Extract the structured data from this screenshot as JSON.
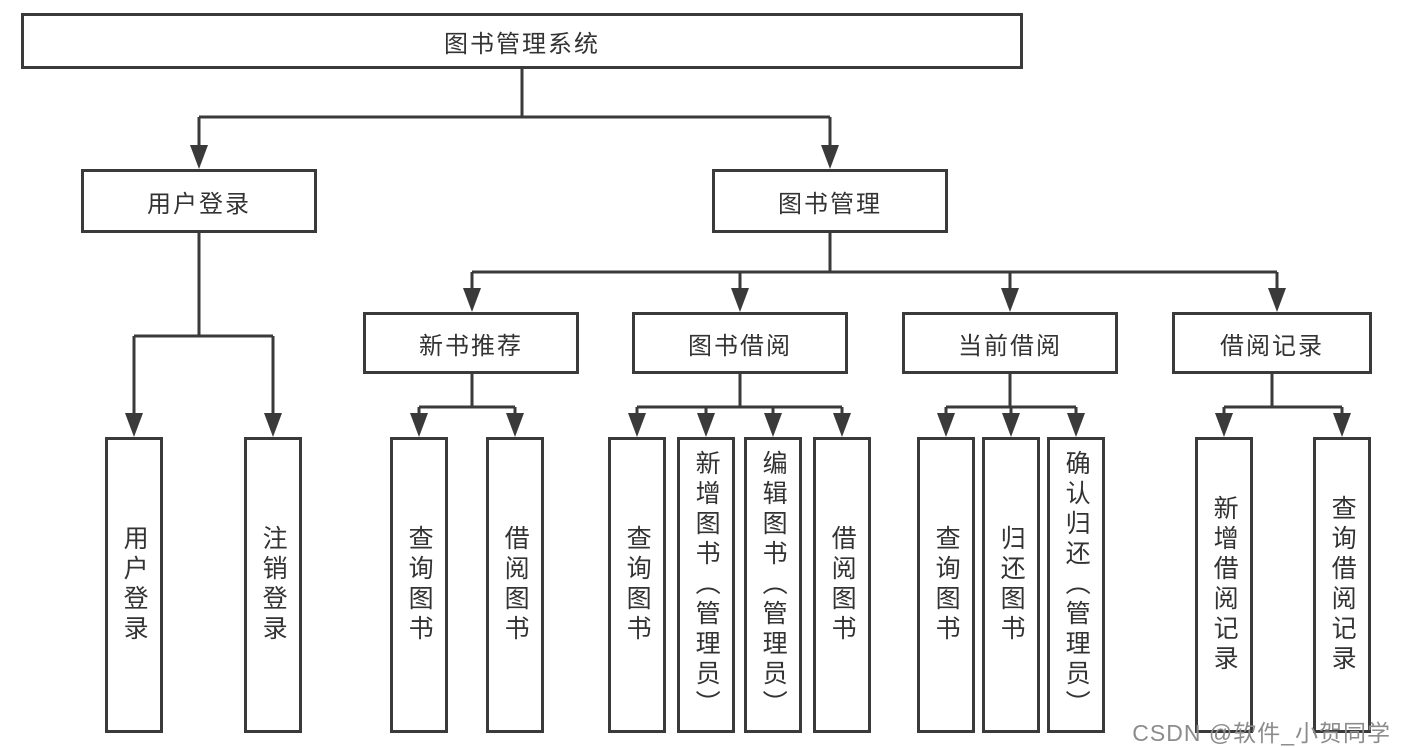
{
  "diagram": {
    "title_node": {
      "label": "图书管理系统"
    },
    "level2": [
      {
        "id": "user-login",
        "label": "用户登录"
      },
      {
        "id": "book-management",
        "label": "图书管理"
      }
    ],
    "level3": [
      {
        "id": "new-book-recommend",
        "label": "新书推荐",
        "parent": "图书管理"
      },
      {
        "id": "book-borrow",
        "label": "图书借阅",
        "parent": "图书管理"
      },
      {
        "id": "current-borrow",
        "label": "当前借阅",
        "parent": "图书管理"
      },
      {
        "id": "borrow-records",
        "label": "借阅记录",
        "parent": "图书管理"
      }
    ],
    "leaves": [
      {
        "id": "leaf-user-login",
        "label": "用户登录",
        "parent": "用户登录"
      },
      {
        "id": "leaf-logout",
        "label": "注销登录",
        "parent": "用户登录"
      },
      {
        "id": "leaf-query-books-recommend",
        "label": "查询图书",
        "parent": "新书推荐"
      },
      {
        "id": "leaf-borrow-books-recommend",
        "label": "借阅图书",
        "parent": "新书推荐"
      },
      {
        "id": "leaf-query-books-borrow",
        "label": "查询图书",
        "parent": "图书借阅"
      },
      {
        "id": "leaf-add-books-admin",
        "label": "新增图书（管理员）",
        "parent": "图书借阅"
      },
      {
        "id": "leaf-edit-books-admin",
        "label": "编辑图书（管理员）",
        "parent": "图书借阅"
      },
      {
        "id": "leaf-borrow-books",
        "label": "借阅图书",
        "parent": "图书借阅"
      },
      {
        "id": "leaf-query-books-current",
        "label": "查询图书",
        "parent": "当前借阅"
      },
      {
        "id": "leaf-return-books",
        "label": "归还图书",
        "parent": "当前借阅"
      },
      {
        "id": "leaf-confirm-return-admin",
        "label": "确认归还（管理员）",
        "parent": "当前借阅"
      },
      {
        "id": "leaf-add-borrow-record",
        "label": "新增借阅记录",
        "parent": "借阅记录"
      },
      {
        "id": "leaf-query-borrow-record",
        "label": "查询借阅记录",
        "parent": "借阅记录"
      }
    ]
  },
  "watermark": {
    "text": "CSDN @软件_小贺同学"
  },
  "colors": {
    "line": "#3a3a3a",
    "box_border": "#3a3a3a",
    "text": "#333333",
    "background": "#ffffff",
    "watermark": "#8d8b8b"
  }
}
